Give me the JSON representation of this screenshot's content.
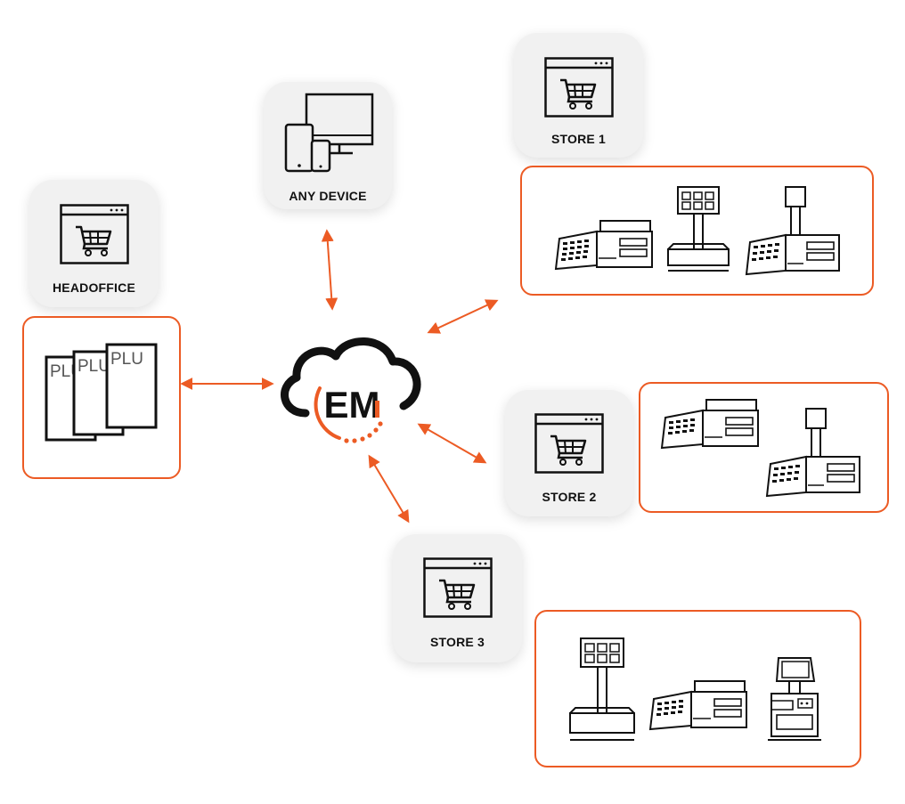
{
  "colors": {
    "accent": "#ec5b24",
    "ink": "#111111",
    "card": "#f1f1f1"
  },
  "nodes": {
    "headoffice": {
      "label": "HEADOFFICE",
      "icon": "shop-window-cart-icon"
    },
    "any_device": {
      "label": "ANY DEVICE",
      "icon": "devices-icon"
    },
    "store1": {
      "label": "STORE 1",
      "icon": "shop-window-cart-icon"
    },
    "store2": {
      "label": "STORE 2",
      "icon": "shop-window-cart-icon"
    },
    "store3": {
      "label": "STORE 3",
      "icon": "shop-window-cart-icon"
    }
  },
  "hub": {
    "logo_text": "EM",
    "icon": "cloud-logo-icon"
  },
  "plu_sheets": [
    "PLU",
    "PLU",
    "PLU"
  ],
  "equipment": {
    "store1": [
      "label-printer-scale-icon",
      "pole-scale-icon",
      "pole-label-printer-scale-icon"
    ],
    "store2": [
      "label-printer-scale-icon",
      "pole-label-printer-scale-icon"
    ],
    "store3": [
      "pole-scale-icon",
      "label-printer-scale-icon",
      "self-service-kiosk-icon"
    ]
  }
}
